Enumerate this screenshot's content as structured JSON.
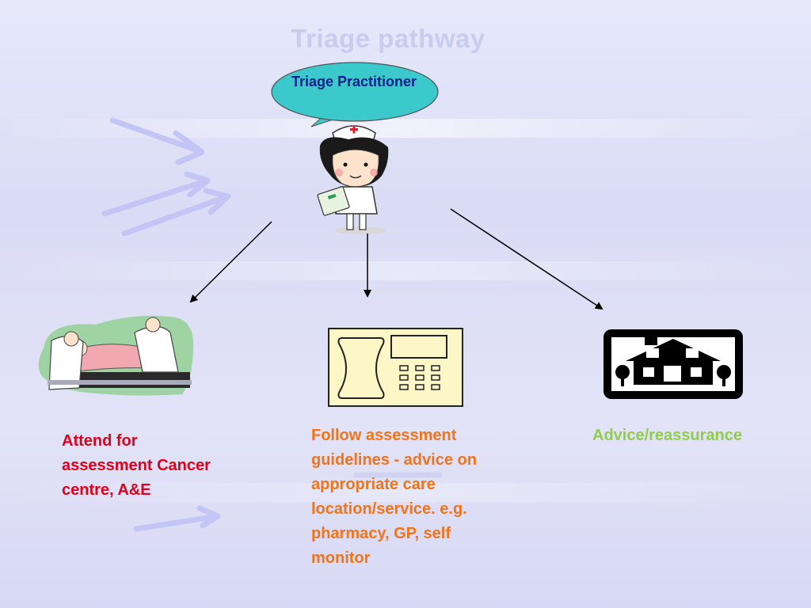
{
  "slide": {
    "title": "Triage pathway",
    "bubble_label": "Triage Practitioner"
  },
  "outcomes": {
    "attend": "Attend for assessment Cancer centre, A&E",
    "guidelines": "Follow assessment guidelines - advice on appropriate care location/service. e.g. pharmacy, GP, self monitor",
    "advice": "Advice/reassurance"
  },
  "colors": {
    "title": "#c8cdee",
    "bubble_fill": "#3cc9cc",
    "bubble_text": "#0b1f8c",
    "attend_text": "#e0001b",
    "guidelines_text": "#f0741c",
    "advice_text": "#92cc4e",
    "decor_arrow": "#c3c6f4"
  },
  "icons": {
    "practitioner": "nurse-icon",
    "attend": "hospital-bed-icon",
    "guidelines": "telephone-icon",
    "advice": "house-icon"
  }
}
